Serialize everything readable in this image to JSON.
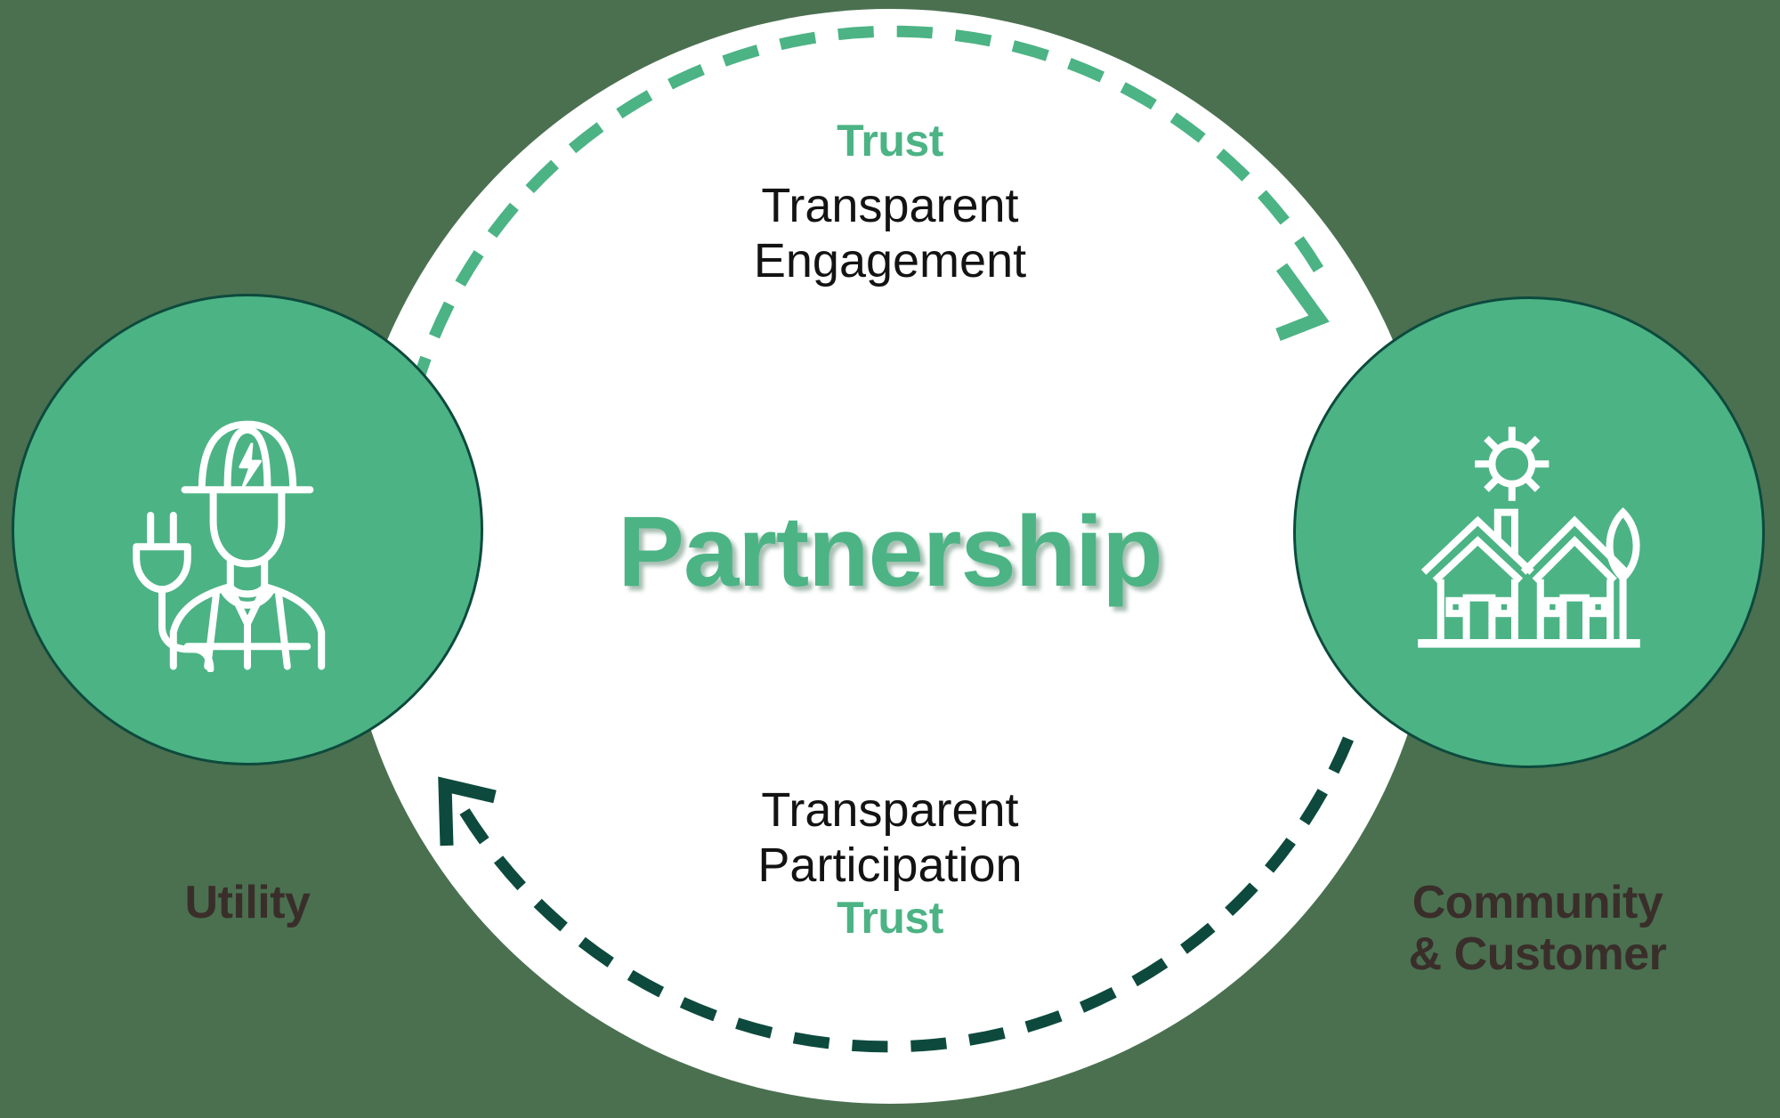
{
  "diagram": {
    "title": "Partnership",
    "center_label": "Partnership",
    "background_color": "#4a7050",
    "disc_color": "#ffffff",
    "accent_green": "#4cb385",
    "dark_green": "#0d4a3d",
    "label_color": "#3a2e2a"
  },
  "nodes": [
    {
      "id": "utility",
      "label": "Utility",
      "icon": "utility-worker-icon",
      "fill": "#4cb385",
      "stroke": "#0d4a3d"
    },
    {
      "id": "community",
      "label_line1": "Community",
      "label_line2": "& Customer",
      "icon": "community-houses-icon",
      "fill": "#4cb385",
      "stroke": "#0d4a3d"
    }
  ],
  "flows": [
    {
      "id": "utility-to-community",
      "direction": "clockwise-top",
      "keyword": "Trust",
      "detail_line1": "Transparent",
      "detail_line2": "Engagement",
      "arrow_color": "#4cb385",
      "style": "dashed",
      "arrow_head": "chevron-right-down"
    },
    {
      "id": "community-to-utility",
      "direction": "counterclockwise-bottom",
      "detail_line1": "Transparent",
      "detail_line2": "Participation",
      "keyword": "Trust",
      "arrow_color": "#0d4a3d",
      "style": "dashed",
      "arrow_head": "chevron-up-left"
    }
  ]
}
